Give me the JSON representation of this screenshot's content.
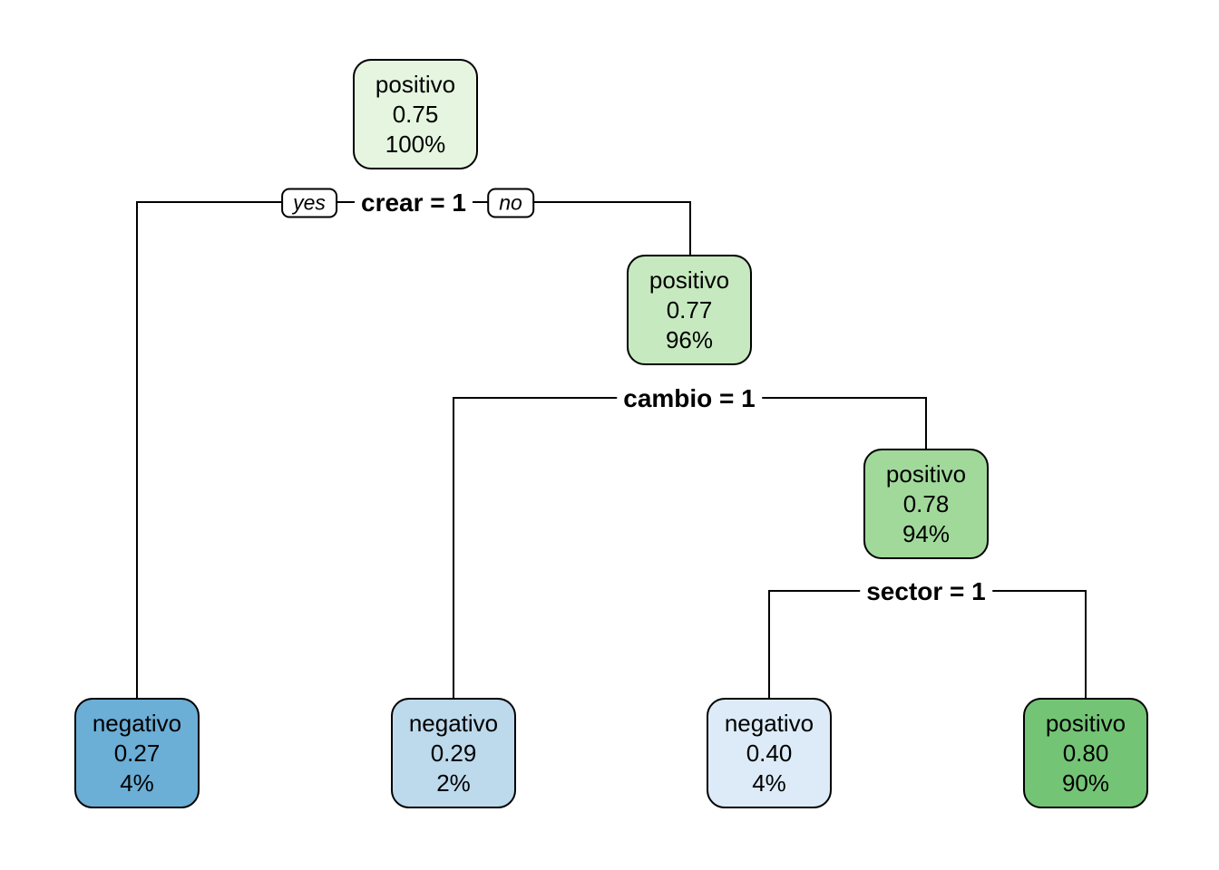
{
  "figure": {
    "background_color": "#ffffff",
    "line_color": "#000000",
    "text_color": "#000000"
  },
  "branch_labels": {
    "yes": "yes",
    "no": "no"
  },
  "splits": [
    {
      "id": "split-crear",
      "label": "crear = 1"
    },
    {
      "id": "split-cambio",
      "label": "cambio = 1"
    },
    {
      "id": "split-sector",
      "label": "sector = 1"
    }
  ],
  "nodes": [
    {
      "id": "root",
      "class": "positivo",
      "prob": "0.75",
      "pct": "100%",
      "fill": "#e5f5e0"
    },
    {
      "id": "internal-1",
      "class": "positivo",
      "prob": "0.77",
      "pct": "96%",
      "fill": "#c7e9c0"
    },
    {
      "id": "internal-2",
      "class": "positivo",
      "prob": "0.78",
      "pct": "94%",
      "fill": "#a1d99b"
    },
    {
      "id": "leaf-1",
      "class": "negativo",
      "prob": "0.27",
      "pct": "4%",
      "fill": "#6baed6"
    },
    {
      "id": "leaf-2",
      "class": "negativo",
      "prob": "0.29",
      "pct": "2%",
      "fill": "#bdd9ec"
    },
    {
      "id": "leaf-3",
      "class": "negativo",
      "prob": "0.40",
      "pct": "4%",
      "fill": "#dcebf7"
    },
    {
      "id": "leaf-4",
      "class": "positivo",
      "prob": "0.80",
      "pct": "90%",
      "fill": "#74c476"
    }
  ],
  "tree_structure": {
    "root": "positivo 0.75 100%",
    "splits": [
      {
        "condition": "crear = 1",
        "yes": "negativo 0.27 4%",
        "no": "positivo 0.77 96%"
      },
      {
        "condition": "cambio = 1",
        "yes": "negativo 0.29 2%",
        "no": "positivo 0.78 94%"
      },
      {
        "condition": "sector = 1",
        "yes": "negativo 0.40 4%",
        "no": "positivo 0.80 90%"
      }
    ]
  }
}
